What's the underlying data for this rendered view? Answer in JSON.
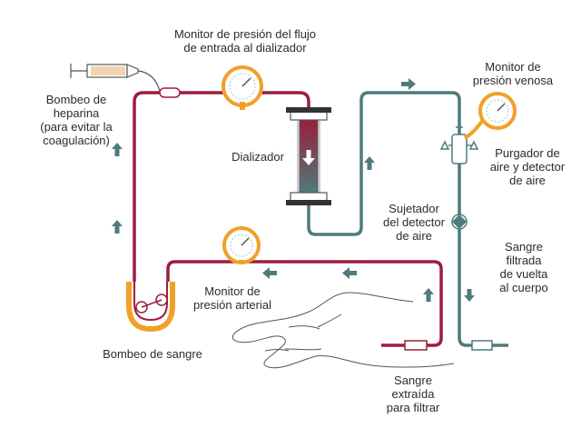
{
  "labels": {
    "monitor_entrada": "Monitor de presión del flujo\nde entrada al dializador",
    "bombeo_heparina": "Bombeo de\nheparina\n(para evitar la\ncoagulación)",
    "dializador": "Dializador",
    "monitor_venosa": "Monitor de\npresión venosa",
    "purgador": "Purgador de\naire y detector\nde aire",
    "sujetador": "Sujetador\ndel detector\nde aire",
    "sangre_filtrada": "Sangre\nfiltrada\nde vuelta\nal cuerpo",
    "monitor_arterial": "Monitor de\npresión arterial",
    "bombeo_sangre": "Bombeo de sangre",
    "sangre_extraida": "Sangre\nextraída\npara filtrar"
  },
  "colors": {
    "arterial": "#9b1e3c",
    "venous": "#4e7b7b",
    "gauge_ring": "#f0a127",
    "pump": "#f0a127",
    "text": "#2b2b2b"
  },
  "icons": {
    "flow_arrows": "arrow",
    "gauges": "pressure-gauge-icon",
    "syringe": "syringe-icon",
    "hand": "arm-hand-outline"
  }
}
